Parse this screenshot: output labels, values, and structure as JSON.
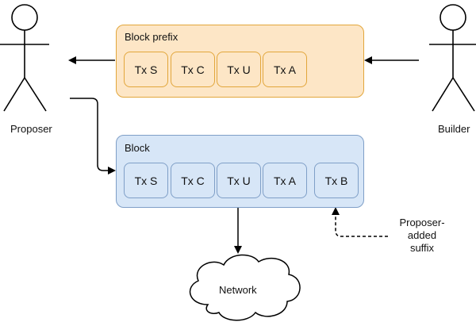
{
  "actors": {
    "proposer": "Proposer",
    "builder": "Builder"
  },
  "block_prefix": {
    "title": "Block prefix",
    "txs": [
      "Tx S",
      "Tx C",
      "Tx U",
      "Tx A"
    ]
  },
  "block": {
    "title": "Block",
    "txs": [
      "Tx S",
      "Tx C",
      "Tx U",
      "Tx A"
    ],
    "suffix_tx": "Tx B"
  },
  "annotation": {
    "line1": "Proposer-",
    "line2": "added",
    "line3": "suffix"
  },
  "network": {
    "label": "Network"
  },
  "colors": {
    "prefix_fill": "#fde6c6",
    "prefix_stroke": "#e2a63b",
    "block_fill": "#d7e6f7",
    "block_stroke": "#7f9fc7"
  }
}
